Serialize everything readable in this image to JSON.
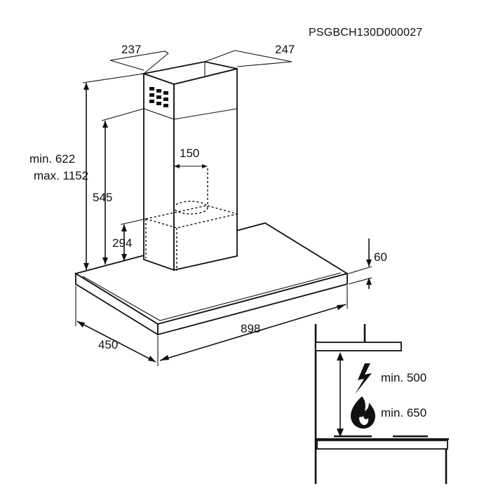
{
  "drawing_code": "PSGBCH130D000027",
  "dimensions": {
    "chimney_width": "237",
    "chimney_depth": "247",
    "height_min": "min. 622",
    "height_max": "max. 1152",
    "upper_chimney": "545",
    "duct_diameter": "150",
    "lower_box": "294",
    "canopy_thickness": "60",
    "canopy_depth": "450",
    "canopy_width": "898"
  },
  "clearances": {
    "electric_label": "min. 500",
    "gas_label": "min. 650",
    "electric_icon": "lightning-icon",
    "gas_icon": "flame-icon"
  }
}
